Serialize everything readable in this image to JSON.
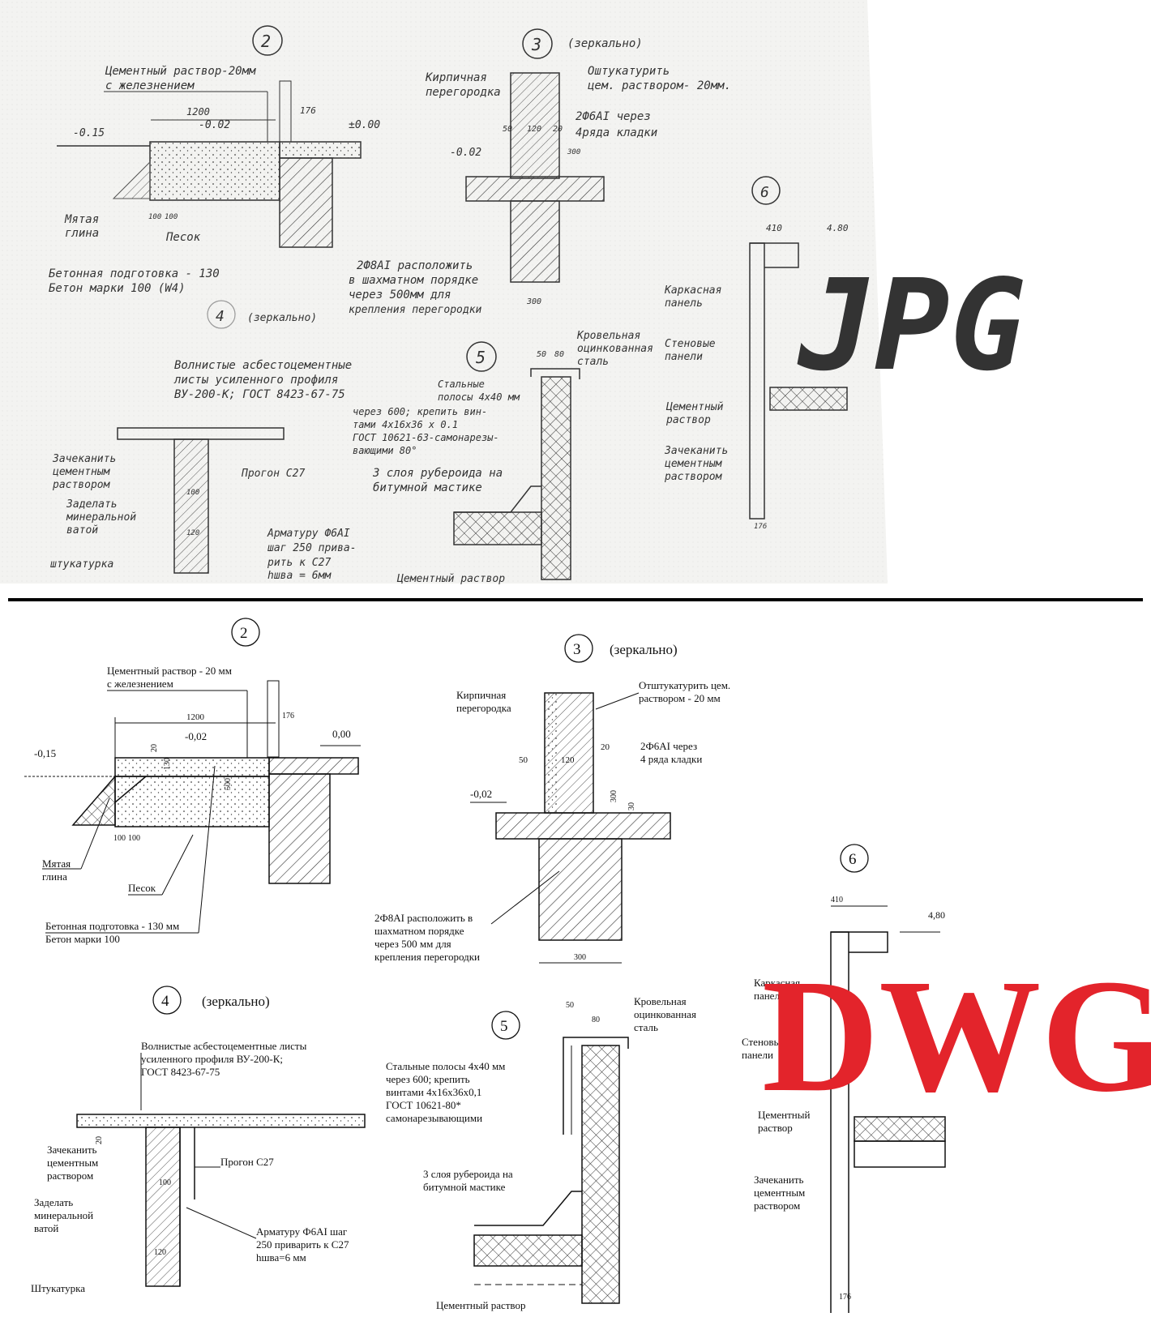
{
  "watermarks": {
    "top": "JPG",
    "bottom": "DWG",
    "color": "#e3242b"
  },
  "top_scan": {
    "d2": {
      "num": "2",
      "l1": "Цементный раствор-20мм",
      "l2": "с железнением",
      "dim1200": "1200",
      "dim176": "176",
      "lv015": "-0.15",
      "lv002": "-0.02",
      "lv000": "±0.00",
      "clay1": "Мятая",
      "clay2": "глина",
      "sand": "Песок",
      "base1": "Бетонная подготовка - 130",
      "base2": "Бетон марки 100 (W4)",
      "d100a": "100",
      "d100b": "100"
    },
    "d3": {
      "num": "3",
      "mirror": "(зеркально)",
      "brick1": "Кирпичная",
      "brick2": "перегородка",
      "pl1": "Оштукатурить",
      "pl2": "цем. раствором- 20мм.",
      "d50": "50",
      "d120": "120",
      "d20": "20",
      "r1": "2Ф6АI через",
      "r2": "4ряда кладки",
      "d300": "300",
      "lv002": "-0.02",
      "n1": "2Ф8АI расположить",
      "n2": "в шахматном порядке",
      "n3": "через 500мм для",
      "n4": "крепления перегородки",
      "d900": "300"
    },
    "d4": {
      "num": "4",
      "mirror": "(зеркально)",
      "w1": "Волнистые асбестоцементные",
      "w2": "листы усиленного профиля",
      "w3": "ВУ-200-К; ГОСТ 8423-67-75",
      "z1": "Зачеканить",
      "z2": "цементным",
      "z3": "раствором",
      "m1": "Заделать",
      "m2": "минеральной",
      "m3": "ватой",
      "st": "штукатурка",
      "purlin": "Прогон С27",
      "a1": "Арматуру Ф6АI",
      "a2": "шаг 250 прива-",
      "a3": "рить к С27",
      "a4": "hшва = 6мм",
      "d100": "100",
      "d120": "120"
    },
    "d5": {
      "num": "5",
      "d50": "50",
      "d80": "80",
      "k1": "Кровельная",
      "k2": "оцинкованная",
      "k3": "сталь",
      "s1": "Стальные",
      "s2": "полосы 4х40 мм",
      "s3": "через 600; крепить вин-",
      "s4": "тами 4х16х36 х 0.1",
      "s5": "ГОСТ 10621-63-самонарезы-",
      "s6": "вающими 80°",
      "r1": "3 слоя рубероида на",
      "r2": "битумной мастике",
      "c": "Цементный раствор"
    },
    "d6": {
      "num": "6",
      "d410": "410",
      "lv": "4.80",
      "f1": "Каркасная",
      "f2": "панель",
      "w1": "Стеновые",
      "w2": "панели",
      "c1": "Цементный",
      "c2": "раствор",
      "z1": "Зачеканить",
      "z2": "цементным",
      "z3": "раствором",
      "d176": "176"
    }
  },
  "bottom_dwg": {
    "d2": {
      "num": "2",
      "l1": "Цементный раствор - 20 мм",
      "l2": "с железнением",
      "dim1200": "1200",
      "dim176": "176",
      "lv015": "-0,15",
      "lv002": "-0,02",
      "lv000": "0,00",
      "d20": "20",
      "d130": "130",
      "d500": "500",
      "d100a": "100",
      "d100b": "100",
      "clay1": "Мятая",
      "clay2": "глина",
      "sand": "Песок",
      "base1": "Бетонная подготовка - 130 мм",
      "base2": "Бетон марки 100"
    },
    "d3": {
      "num": "3",
      "mirror": "(зеркально)",
      "brick1": "Кирпичная",
      "brick2": "перегородка",
      "pl1": "Отштукатурить цем.",
      "pl2": "раствором - 20 мм",
      "d50": "50",
      "d120": "120",
      "d20": "20",
      "r1": "2Ф6АI через",
      "r2": "4 ряда кладки",
      "d300v": "300",
      "d30": "30",
      "lv002": "-0,02",
      "n1": "2Ф8АI расположить в",
      "n2": "шахматном порядке",
      "n3": "через 500 мм для",
      "n4": "крепления перегородки",
      "d300": "300"
    },
    "d4": {
      "num": "4",
      "mirror": "(зеркально)",
      "w1": "Волнистые асбестоцементные листы",
      "w2": "усиленного профиля ВУ-200-К;",
      "w3": "ГОСТ 8423-67-75",
      "d20": "20",
      "z1": "Зачеканить",
      "z2": "цементным",
      "z3": "раствором",
      "m1": "Заделать",
      "m2": "минеральной",
      "m3": "ватой",
      "st": "Штукатурка",
      "purlin": "Прогон С27",
      "a1": "Арматуру Ф6АI  шаг",
      "a2": "250 приварить к С27",
      "a3": "hшва=6 мм",
      "d100": "100",
      "d120": "120"
    },
    "d5": {
      "num": "5",
      "d50": "50",
      "d80": "80",
      "k1": "Кровельная",
      "k2": "оцинкованная",
      "k3": "сталь",
      "s1": "Стальные полосы 4х40 мм",
      "s2": "через 600; крепить",
      "s3": "винтами 4х16х36х0,1",
      "s4": "ГОСТ 10621-80*",
      "s5": "самонарезывающими",
      "r1": "3 слоя рубероида на",
      "r2": "битумной мастике",
      "c": "Цементный раствор"
    },
    "d6": {
      "num": "6",
      "d410": "410",
      "lv": "4,80",
      "f1": "Каркасная",
      "f2": "панель",
      "w1": "Стеновые",
      "w2": "панели",
      "c1": "Цементный",
      "c2": "раствор",
      "z1": "Зачеканить",
      "z2": "цементным",
      "z3": "раствором",
      "d176": "176"
    }
  }
}
